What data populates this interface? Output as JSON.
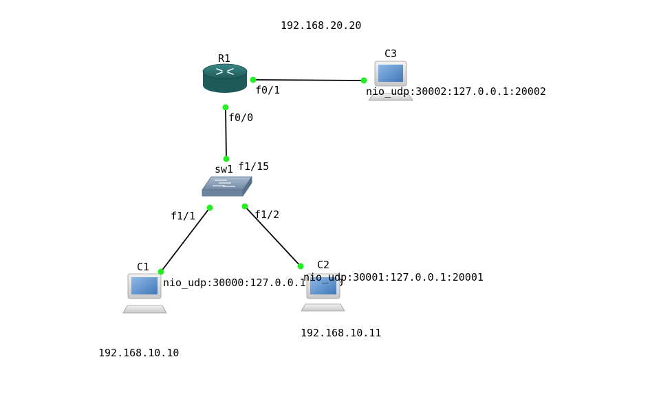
{
  "nodes": {
    "r1": {
      "name": "R1",
      "type": "router-icon"
    },
    "sw1": {
      "name": "sw1",
      "type": "switch-icon"
    },
    "c1": {
      "name": "C1",
      "type": "pc-icon",
      "nio": "nio_udp:30000:127.0.0.1:20000"
    },
    "c2": {
      "name": "C2",
      "type": "pc-icon",
      "nio": "nio_udp:30001:127.0.0.1:20001"
    },
    "c3": {
      "name": "C3",
      "type": "pc-icon",
      "nio": "nio_udp:30002:127.0.0.1:20002"
    }
  },
  "ports": {
    "r1_f01": "f0/1",
    "r1_f00": "f0/0",
    "sw1_f115": "f1/15",
    "sw1_f11": "f1/1",
    "sw1_f12": "f1/2"
  },
  "ip_notes": {
    "r1_side": "192.168.20.20",
    "c1": "192.168.10.10",
    "c2": "192.168.10.11"
  },
  "colors": {
    "link": "#000000",
    "port_dot": "#22ee22",
    "router": "#2a6e6e",
    "switch": "#8aa0b8",
    "pc_screen": "#4d86c4"
  }
}
